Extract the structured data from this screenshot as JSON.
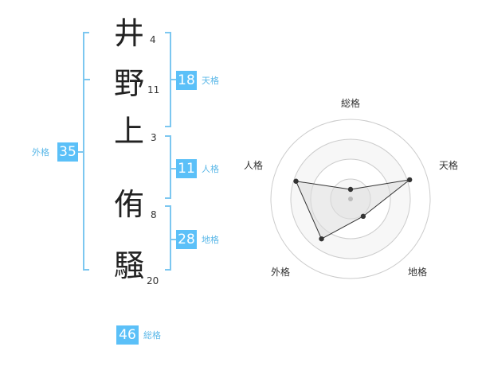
{
  "name": {
    "chars": [
      {
        "char": "井",
        "strokes": "4"
      },
      {
        "char": "野",
        "strokes": "11"
      },
      {
        "char": "上",
        "strokes": "3"
      },
      {
        "char": "侑",
        "strokes": "8"
      },
      {
        "char": "騒",
        "strokes": "20"
      }
    ]
  },
  "fortunes": {
    "tenkaku": {
      "value": "18",
      "label": "天格"
    },
    "jinkaku": {
      "value": "11",
      "label": "人格"
    },
    "chikaku": {
      "value": "28",
      "label": "地格"
    },
    "gaikaku": {
      "value": "35",
      "label": "外格"
    },
    "soukaku": {
      "value": "46",
      "label": "総格"
    }
  },
  "radar": {
    "labels": {
      "top": "総格",
      "right": "天格",
      "bottom_right": "地格",
      "bottom_left": "外格",
      "left": "人格"
    },
    "levels": 4,
    "values": [
      0.12,
      0.78,
      0.27,
      0.62,
      0.72
    ],
    "colors": {
      "fill": "#e9e9e9",
      "stroke": "#333333",
      "ring": "#cccccc",
      "accent": "#5bc0f8"
    }
  }
}
